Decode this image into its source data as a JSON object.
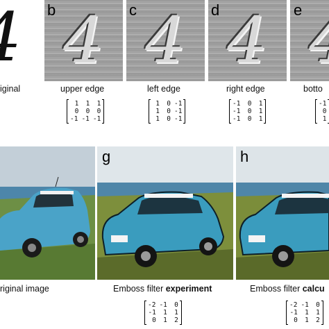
{
  "top_row": {
    "original_caption": "iginal",
    "panels": [
      {
        "letter": "b",
        "caption": "upper edge",
        "matrix": [
          [
            "1",
            "1",
            "1"
          ],
          [
            "0",
            "0",
            "0"
          ],
          [
            "-1",
            "-1",
            "-1"
          ]
        ]
      },
      {
        "letter": "c",
        "caption": "left edge",
        "matrix": [
          [
            "1",
            "0",
            "-1"
          ],
          [
            "1",
            "0",
            "-1"
          ],
          [
            "1",
            "0",
            "-1"
          ]
        ]
      },
      {
        "letter": "d",
        "caption": "right edge",
        "matrix": [
          [
            "-1",
            "0",
            "1"
          ],
          [
            "-1",
            "0",
            "1"
          ],
          [
            "-1",
            "0",
            "1"
          ]
        ]
      },
      {
        "letter": "e",
        "caption": "botto",
        "matrix": [
          [
            "-1"
          ],
          [
            "0"
          ],
          [
            "1"
          ]
        ]
      }
    ],
    "glyph": "4"
  },
  "bottom_row": {
    "original_caption": "riginal image",
    "panels": [
      {
        "letter": "g",
        "caption_plain": "Emboss filter ",
        "caption_bold": "experiment",
        "matrix": [
          [
            "-2",
            "-1",
            "0"
          ],
          [
            "-1",
            "1",
            "1"
          ],
          [
            "0",
            "1",
            "2"
          ]
        ]
      },
      {
        "letter": "h",
        "caption_plain": "Emboss filter ",
        "caption_bold": "calcu",
        "matrix": [
          [
            "-2",
            "-1",
            "0"
          ],
          [
            "-1",
            "1",
            "1"
          ],
          [
            "0",
            "1",
            "2"
          ]
        ]
      }
    ]
  },
  "colors": {
    "sky": "#b9c9d6",
    "sea": "#3f7fa8",
    "grass": "#6a8f3a",
    "car_body": "#4aa3c8",
    "car_dark": "#1a2a33"
  }
}
